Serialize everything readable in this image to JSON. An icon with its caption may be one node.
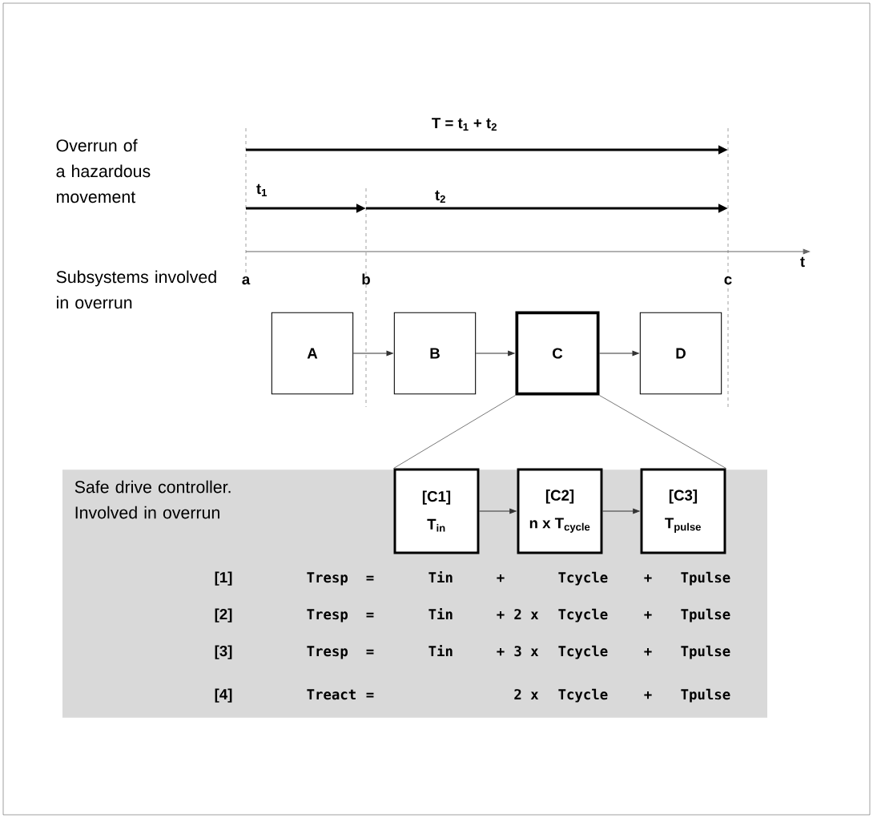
{
  "diagram": {
    "nodes": [
      {
        "text": [
          "A"
        ]
      },
      {
        "text": [
          "B"
        ]
      },
      {
        "text": [
          "C"
        ]
      },
      {
        "text": [
          "D"
        ]
      },
      {
        "text": [
          "Safe drive controller. Involved in overrun"
        ]
      },
      {
        "text": [
          "[C1]",
          "T$_{in}$"
        ],
        "in": 4
      },
      {
        "text": [
          "[C2]",
          "n x T$_{cycle}$"
        ],
        "in": 4
      },
      {
        "text": [
          "[C3]",
          "T$_{pulse}$"
        ],
        "in": 4
      }
    ],
    "edges": [
      {
        "from": 0,
        "to": 1,
        "arrow": "to"
      },
      {
        "from": 1,
        "to": 2,
        "arrow": "to"
      },
      {
        "from": 2,
        "to": 3,
        "arrow": "to"
      },
      {
        "from": 5,
        "to": 6,
        "arrow": "to"
      },
      {
        "from": 6,
        "to": 7,
        "arrow": "to"
      },
      {
        "from": 2,
        "to": 5,
        "arrow": "none"
      },
      {
        "from": 2,
        "to": 7,
        "arrow": "none"
      }
    ],
    "labels": [
      "T = t$_{1}$ + t$_{2}$",
      "Overrun of a hazardous movement",
      "t$_{1}$",
      "t$_{2}$",
      "t",
      "a",
      "b",
      "c",
      "Subsystems involved in overrun",
      "[1]",
      "Tresp",
      "=",
      "Tin",
      "+",
      "Tcycle",
      "+",
      "Tpulse",
      "[2]",
      "Tresp",
      "=",
      "Tin",
      "+",
      "2 x",
      "Tcycle",
      "+",
      "Tpulse",
      "[3]",
      "Tresp",
      "=",
      "Tin",
      "+",
      "3 x",
      "Tcycle",
      "+",
      "Tpulse",
      "[4]",
      "Treact",
      "=",
      "2 x",
      "Tcycle",
      "+",
      "Tpulse"
    ]
  }
}
